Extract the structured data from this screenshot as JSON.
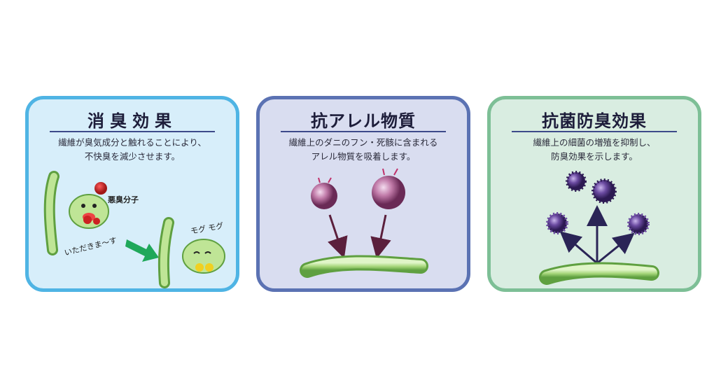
{
  "panels": [
    {
      "title": "消臭効果",
      "desc_line1": "繊維が臭気成分と触れることにより、",
      "desc_line2": "不快臭を減少させます。",
      "labels": {
        "molecule": "悪臭分子",
        "eating": "いただきま～す",
        "chewing": "モグ モグ"
      }
    },
    {
      "title": "抗アレル物質",
      "desc_line1": "繊維上のダニのフン・死骸に含まれる",
      "desc_line2": "アレル物質を吸着します。"
    },
    {
      "title": "抗菌防臭効果",
      "desc_line1": "繊維上の細菌の増殖を抑制し、",
      "desc_line2": "防臭効果を示します。"
    }
  ],
  "colors": {
    "panel1_border": "#4fb4e4",
    "panel2_border": "#5b72b3",
    "panel3_border": "#7dbf96",
    "fiber": "#a6d67a",
    "arrow_green": "#1fa85a",
    "arrow_dark": "#5b1f3c",
    "bacteria": "#4a2f78"
  }
}
